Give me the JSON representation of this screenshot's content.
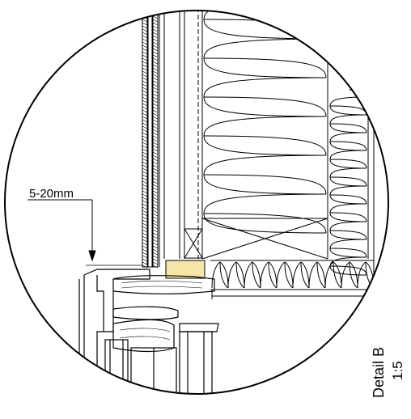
{
  "drawing": {
    "dimension_label": "5-20mm",
    "detail_title": "Detail B",
    "detail_scale": "1:5"
  },
  "colors": {
    "line": "#000000",
    "sealant_fill": "#f5e6a8",
    "background": "#ffffff"
  }
}
